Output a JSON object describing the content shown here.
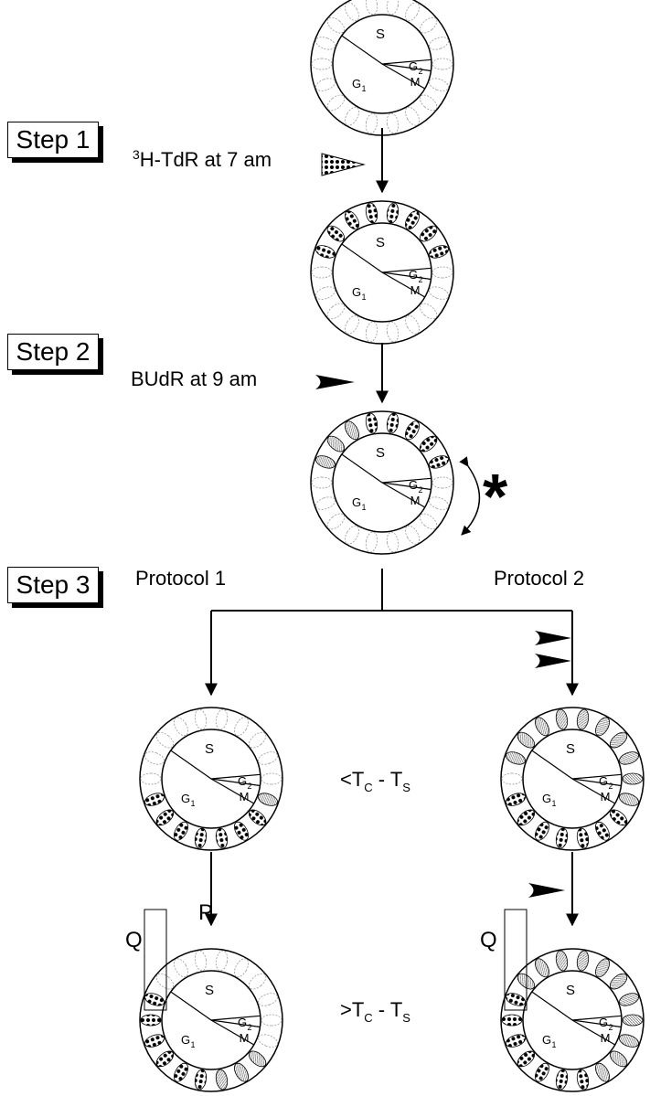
{
  "steps": [
    {
      "label": "Step 1",
      "annotation": {
        "sup": "3",
        "text": "H-TdR at 7 am"
      }
    },
    {
      "label": "Step 2",
      "annotation": {
        "text": "BUdR at 9 am"
      }
    },
    {
      "label": "Step 3"
    }
  ],
  "protocols": {
    "left": "Protocol 1",
    "right": "Protocol 2"
  },
  "phase_labels": {
    "s": "S",
    "g1": "G",
    "g1_sub": "1",
    "g2": "G",
    "g2_sub": "2",
    "m": "M"
  },
  "time_labels": {
    "row1": {
      "prefix": "<T",
      "c": "C",
      "mid": " - T",
      "s": "S"
    },
    "row2": {
      "prefix": ">T",
      "c": "C",
      "mid": " - T",
      "s": "S"
    }
  },
  "markers": {
    "q": "Q",
    "p": "P",
    "asterisk": "*"
  }
}
